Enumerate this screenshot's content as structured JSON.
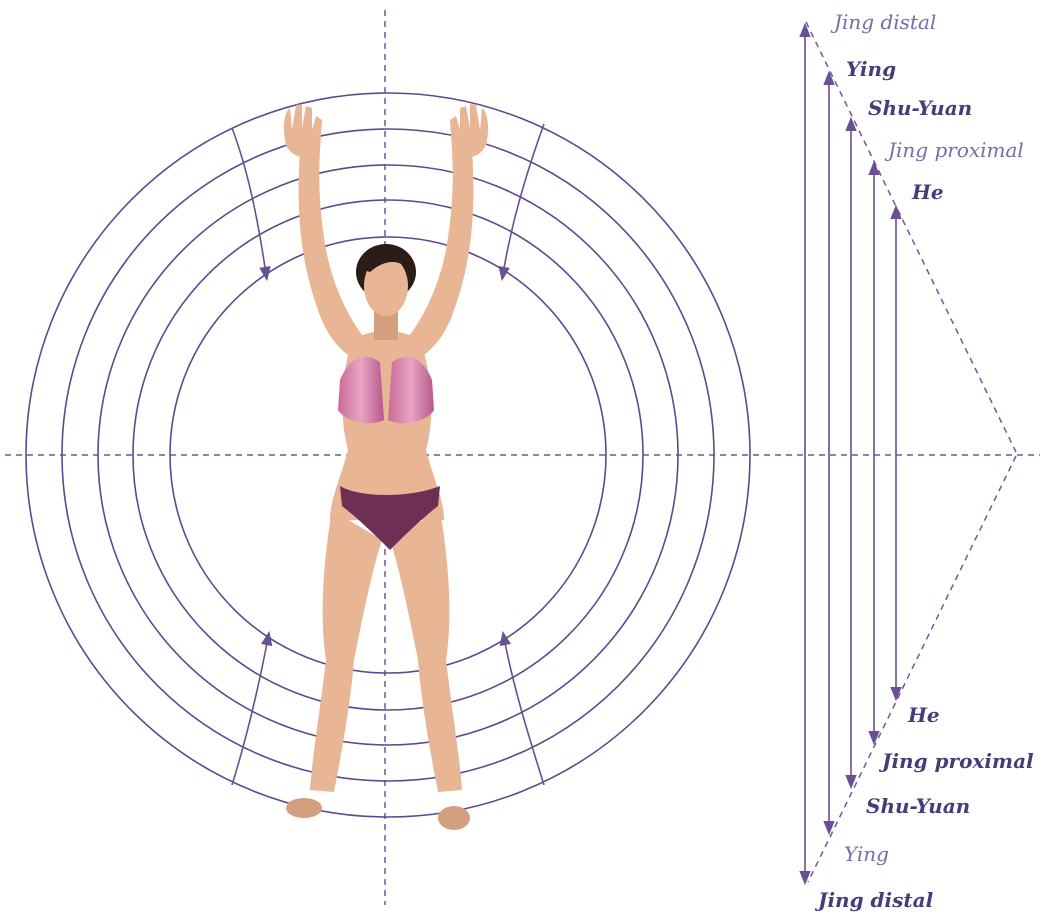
{
  "colors": {
    "ring": "#5b4a8f",
    "axis": "#6a5a9a",
    "arrow": "#6a4f93",
    "label_dark": "#4a3a7a",
    "label_light": "#7a6aa8",
    "skin": "#e8b595",
    "skin_shade": "#d39f7f",
    "bikini": "#a84a7a",
    "bikini_dark": "#6e2f55",
    "hair": "#2b1c18"
  },
  "labels_top": [
    {
      "text": "Jing distal",
      "light": true
    },
    {
      "text": "Ying",
      "light": false
    },
    {
      "text": "Shu-Yuan",
      "light": false
    },
    {
      "text": "Jing proximal",
      "light": true
    },
    {
      "text": "He",
      "light": false
    }
  ],
  "labels_bottom": [
    {
      "text": "He",
      "light": false
    },
    {
      "text": "Jing proximal",
      "light": false
    },
    {
      "text": "Shu-Yuan",
      "light": false
    },
    {
      "text": "Ying",
      "light": true
    },
    {
      "text": "Jing distal",
      "light": false
    }
  ],
  "icons": {
    "figure": "human-figure-icon"
  }
}
